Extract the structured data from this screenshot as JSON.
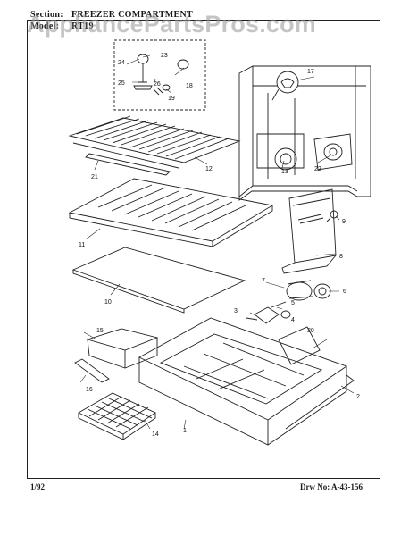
{
  "header": {
    "section_label": "Section:",
    "section_value": "FREEZER COMPARTMENT",
    "model_label": "Model:",
    "model_value": "RT19"
  },
  "watermark": "AppliancePartsPros.com",
  "footer": {
    "date": "1/92",
    "drawing_number": "Drw No: A-43-156"
  },
  "callouts": {
    "c1": "1",
    "c2": "2",
    "c3": "3",
    "c4": "4",
    "c5": "5",
    "c6": "6",
    "c7": "7",
    "c8": "8",
    "c9": "9",
    "c10": "10",
    "c11": "11",
    "c12": "12",
    "c13": "13",
    "c14": "14",
    "c15": "15",
    "c16": "16",
    "c17": "17",
    "c18": "18",
    "c19": "19",
    "c20": "20",
    "c21": "21",
    "c22": "22",
    "c23": "23",
    "c24": "24",
    "c25": "25",
    "c26": "26"
  }
}
